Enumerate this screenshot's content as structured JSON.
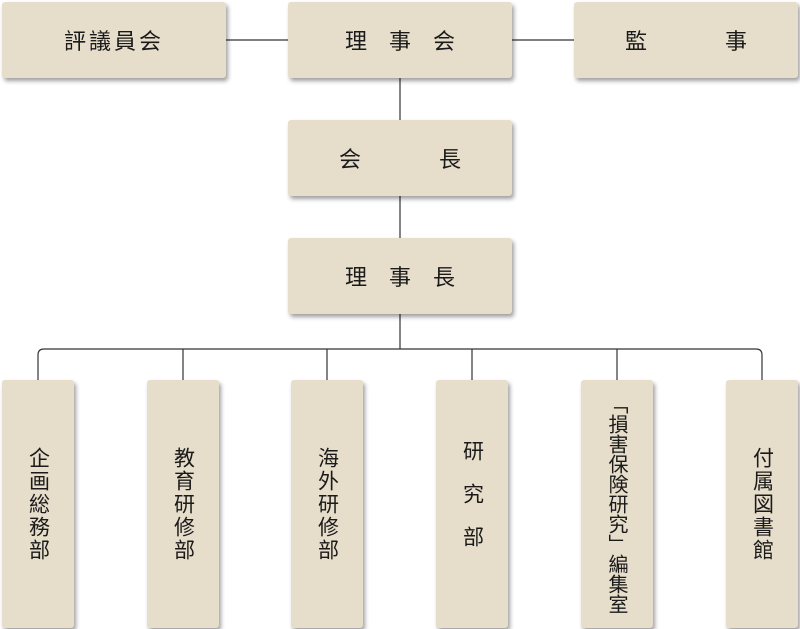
{
  "org": {
    "council": "評議員会",
    "board": "理事会",
    "auditor": "監事",
    "chairman": "会長",
    "president": "理事長",
    "departments": [
      "企画総務部",
      "教育研修部",
      "海外研修部",
      "研究部",
      "「損害保険研究」編集室",
      "付属図書館"
    ]
  },
  "colors": {
    "box_fill": "#e6ddcb",
    "line": "#333333"
  }
}
